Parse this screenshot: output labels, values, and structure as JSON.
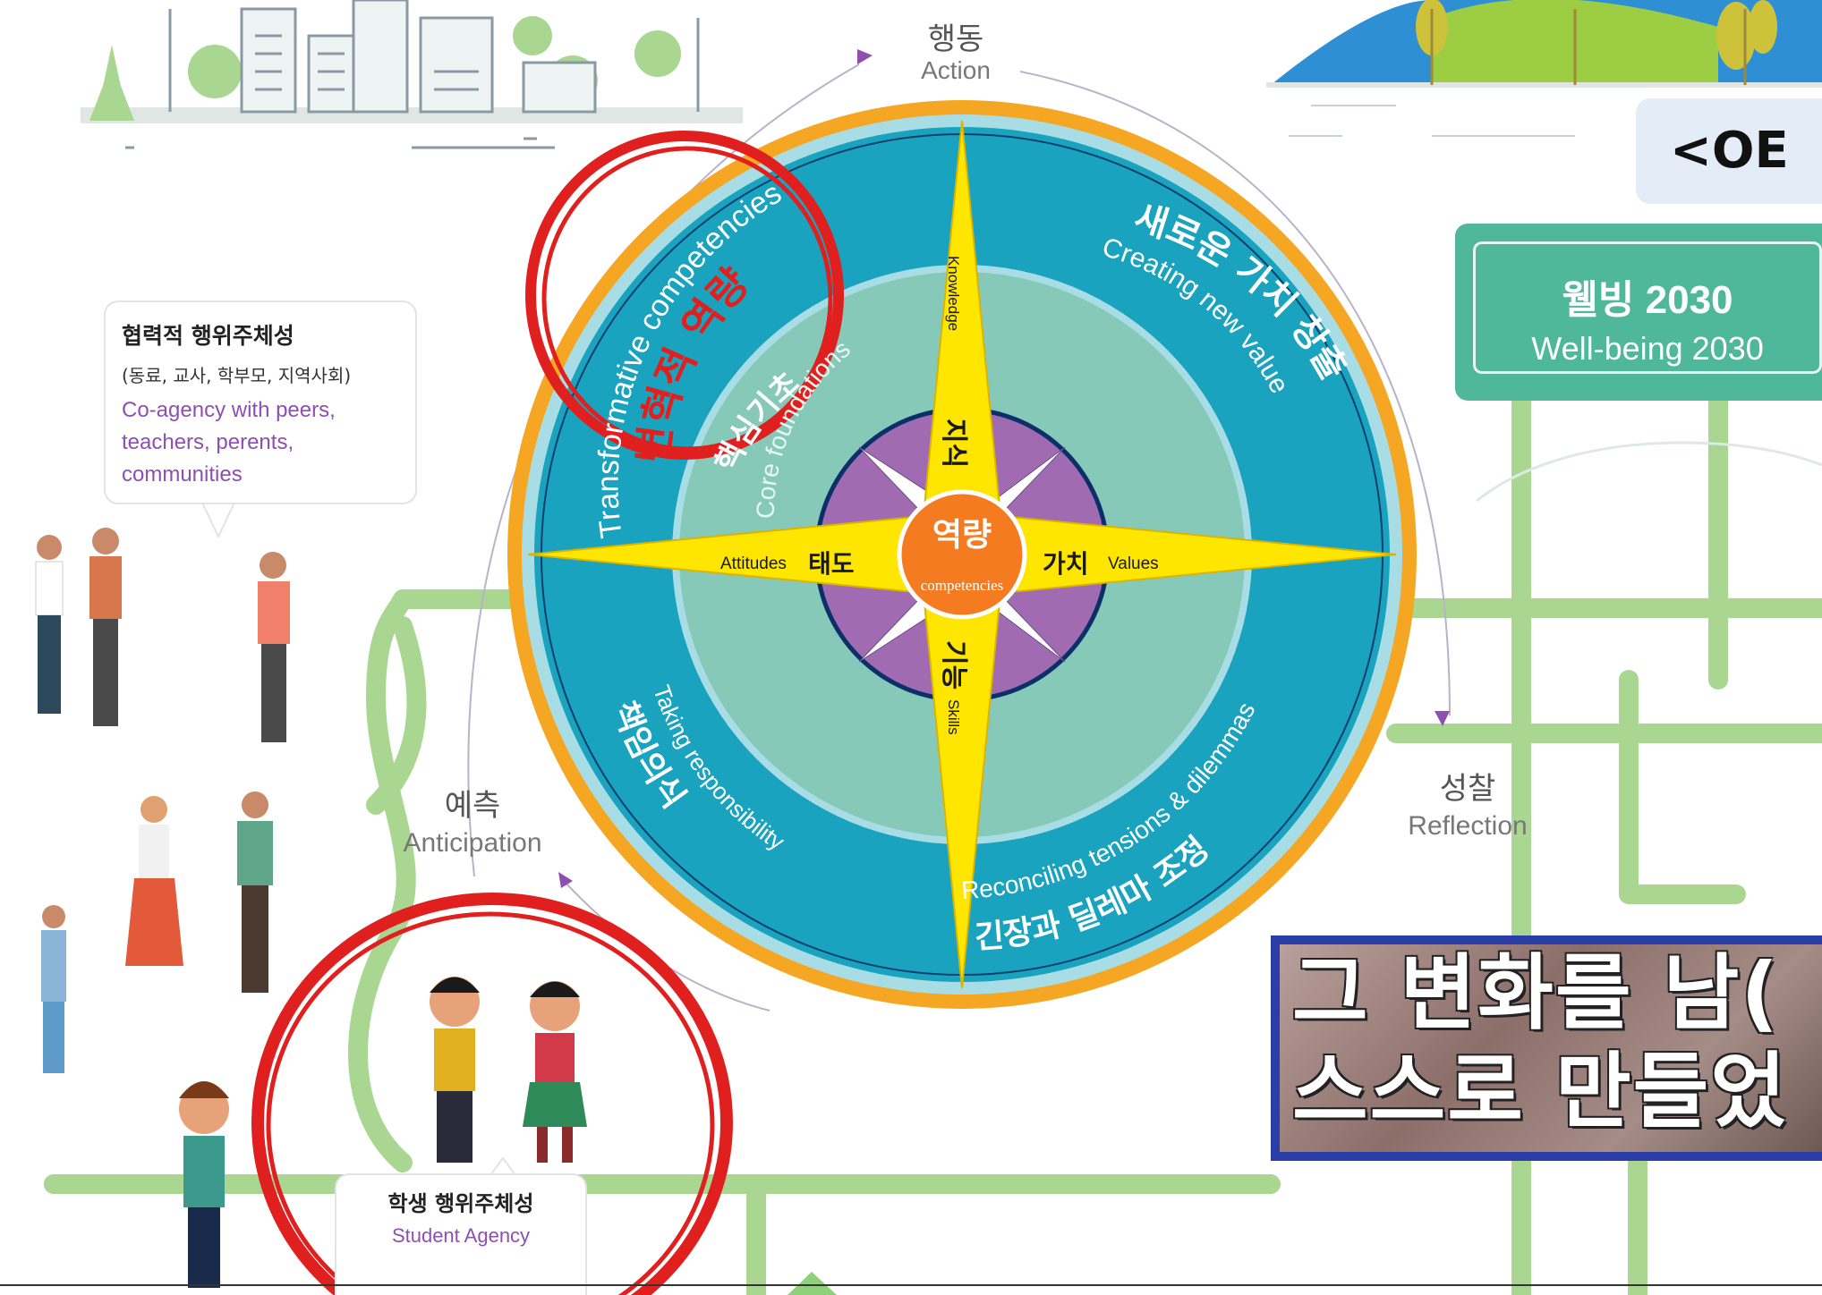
{
  "stages": {
    "action": {
      "kr": "행동",
      "en": "Action"
    },
    "anticipation": {
      "kr": "예측",
      "en": "Anticipation"
    },
    "reflection": {
      "kr": "성찰",
      "en": "Reflection"
    }
  },
  "compass": {
    "center": {
      "kr": "역량",
      "en": "competencies"
    },
    "north": {
      "kr": "지식",
      "en": "Knowledge"
    },
    "south": {
      "kr": "기능",
      "en": "Skills"
    },
    "west": {
      "kr": "태도",
      "en": "Attitudes"
    },
    "east": {
      "kr": "가치",
      "en": "Values"
    },
    "core": {
      "kr": "핵심기초",
      "en": "Core foundations"
    },
    "transformative": {
      "kr": "변혁적 역량",
      "en": "Transformative competencies"
    },
    "creating": {
      "kr": "새로운 가치 창출",
      "en": "Creating new value"
    },
    "reconciling": {
      "kr": "긴장과 딜레마 조정",
      "en": "Reconciling tensions & dilemmas"
    },
    "responsibility": {
      "kr": "책임의식",
      "en": "Taking responsibility"
    }
  },
  "co_agency": {
    "kr": "협력적 행위주체성",
    "sub": "(동료, 교사, 학부모, 지역사회)",
    "en": "Co-agency with peers, teachers, perents, communities"
  },
  "student_agency": {
    "kr": "학생 행위주체성",
    "en": "Student Agency"
  },
  "wellbeing": {
    "kr": "웰빙 2030",
    "en": "Well-being 2030"
  },
  "oecd_tag": "<OE",
  "caption": {
    "line1": "그 변화를 남(",
    "line2": "스스로 만들었"
  },
  "colors": {
    "orange_ring": "#f5a623",
    "teal_ring": "#1aa3bf",
    "core_green": "#86c9b9",
    "center_purple": "#a06bb1",
    "star_yellow": "#ffe600",
    "center_orange": "#f47b20",
    "road_green": "#a9d690",
    "annotation_red": "#e0201e",
    "wellbeing_green": "#4fb79a"
  }
}
